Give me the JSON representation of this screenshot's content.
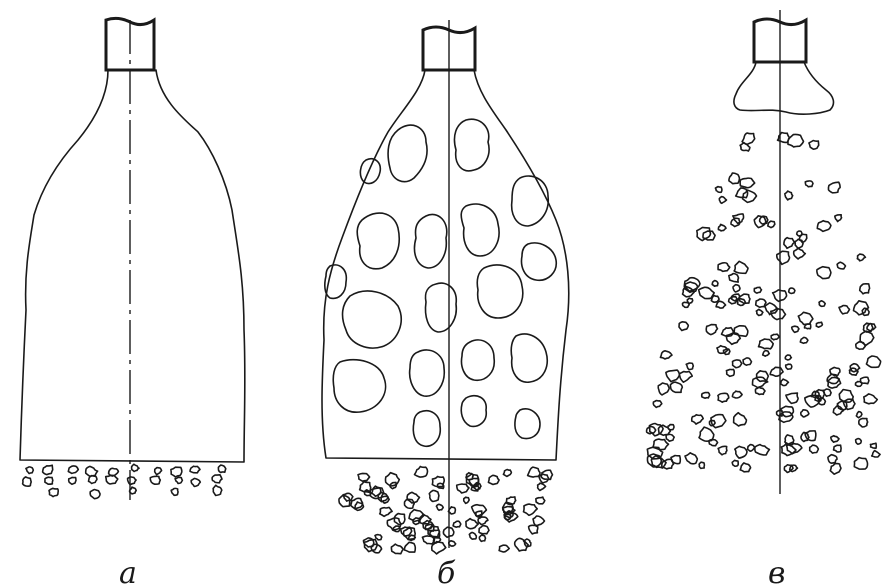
{
  "panels": [
    {
      "id": "a",
      "label": "а"
    },
    {
      "id": "b",
      "label": "б"
    },
    {
      "id": "c",
      "label": "в"
    }
  ]
}
